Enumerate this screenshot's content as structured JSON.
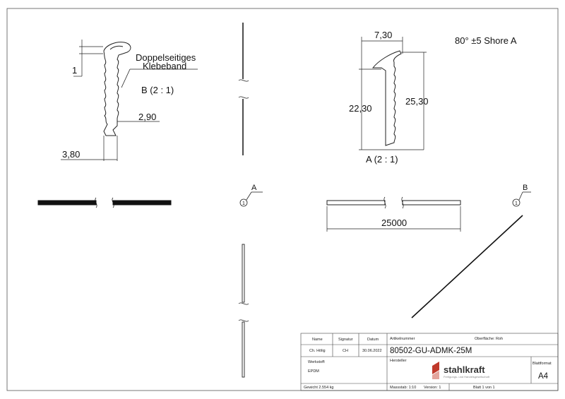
{
  "drawing": {
    "shore_note": "80° ±5 Shore A",
    "detail_b": {
      "label": "B (2 : 1)",
      "note_line1": "Doppelseitiges",
      "note_line2": "Klebeband",
      "dim_lip": "1",
      "dim_width": "2,90",
      "dim_base": "3,80"
    },
    "detail_a": {
      "label": "A (2 : 1)",
      "dim_top": "7,30",
      "dim_left": "22,30",
      "dim_right": "25,30"
    },
    "length_dim": "25000",
    "markers": [
      {
        "number": "1",
        "letter": "A"
      },
      {
        "number": "1",
        "letter": "B"
      }
    ]
  },
  "title_block": {
    "col_name": "Name",
    "col_signatur": "Signatur",
    "col_datum": "Datum",
    "row_name": "Ch. Hölig",
    "row_signatur": "CH",
    "row_datum": "30.06.2022",
    "artikelnummer_label": "Artikelnummer",
    "oberflaeche": "Oberfläche: Roh",
    "artikelnummer": "80502-GU-ADMK-25M",
    "werkstoff_label": "Werkstoff:",
    "werkstoff": "EPDM",
    "hersteller_label": "Hersteller",
    "logo_name": "stahlkraft",
    "logo_tagline": "Fertigungs- und Handelsgesellschaft",
    "blattformat_label": "Blattformat",
    "blattformat": "A4",
    "gewicht": "Gewicht 2.554 kg",
    "massstab": "Massstab: 1:10",
    "version": "Version: 1",
    "blatt": "Blatt 1 von 1",
    "brand_color": "#c0392b"
  }
}
